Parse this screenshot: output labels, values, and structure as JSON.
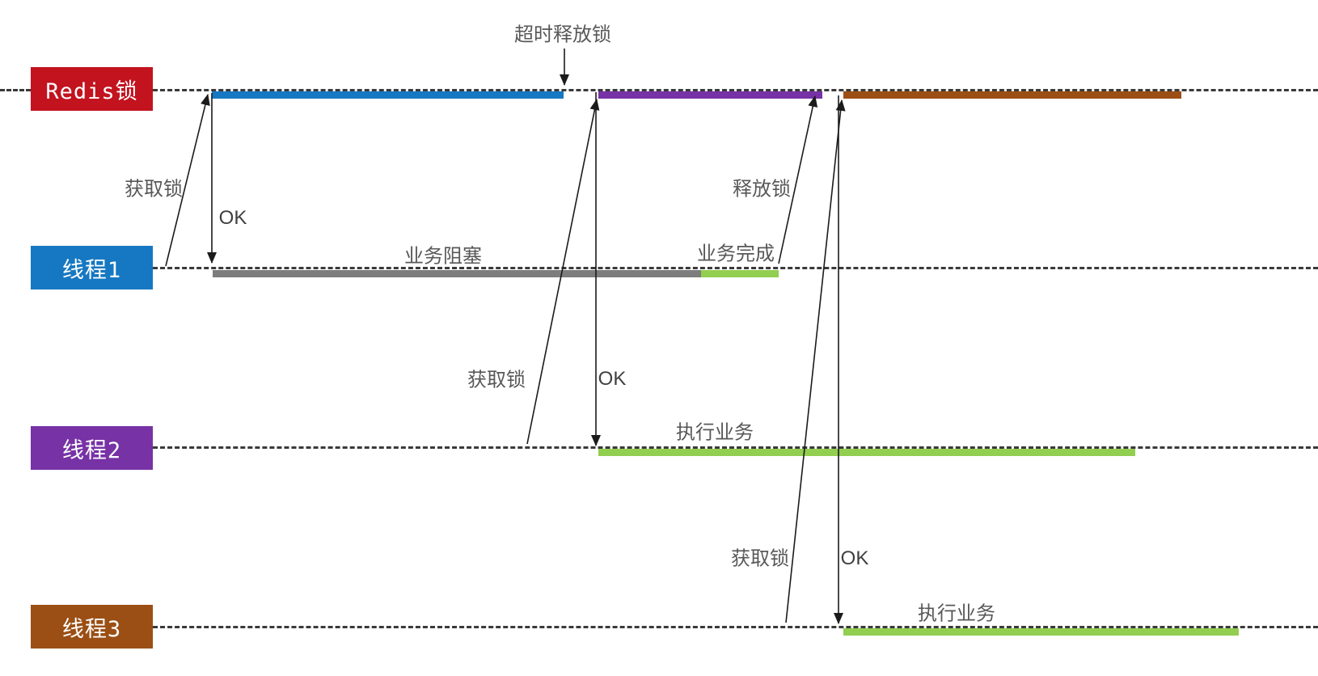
{
  "diagram": {
    "type": "lock-sequence-timeline",
    "lanes": [
      {
        "id": "redis-lock",
        "label": "Redis锁",
        "color": "#c2131f"
      },
      {
        "id": "thread-1",
        "label": "线程1",
        "color": "#1678c2"
      },
      {
        "id": "thread-2",
        "label": "线程2",
        "color": "#7732a6"
      },
      {
        "id": "thread-3",
        "label": "线程3",
        "color": "#9b4f15"
      }
    ],
    "bars": [
      {
        "name": "lock-held-by-thread1",
        "lane": "redis-lock",
        "color": "#1678c2"
      },
      {
        "name": "lock-held-by-thread2",
        "lane": "redis-lock",
        "color": "#7732a6"
      },
      {
        "name": "lock-held-by-thread3",
        "lane": "redis-lock",
        "color": "#9b4f15"
      },
      {
        "name": "thread1-business-blocked",
        "lane": "thread-1",
        "color": "#7d7d7d"
      },
      {
        "name": "thread1-business-complete",
        "lane": "thread-1",
        "color": "#92ce50"
      },
      {
        "name": "thread2-execute-business",
        "lane": "thread-2",
        "color": "#92ce50"
      },
      {
        "name": "thread3-execute-business",
        "lane": "thread-3",
        "color": "#92ce50"
      }
    ],
    "annotations": [
      {
        "name": "timeout-release-lock",
        "text": "超时释放锁"
      },
      {
        "name": "thread1-acquire-lock",
        "text": "获取锁"
      },
      {
        "name": "thread1-acquire-ok",
        "text": "OK"
      },
      {
        "name": "thread1-business-blocked",
        "text": "业务阻塞"
      },
      {
        "name": "thread1-business-complete",
        "text": "业务完成"
      },
      {
        "name": "thread1-release-lock",
        "text": "释放锁"
      },
      {
        "name": "thread2-acquire-lock",
        "text": "获取锁"
      },
      {
        "name": "thread2-acquire-ok",
        "text": "OK"
      },
      {
        "name": "thread2-execute-business",
        "text": "执行业务"
      },
      {
        "name": "thread3-acquire-lock",
        "text": "获取锁"
      },
      {
        "name": "thread3-acquire-ok",
        "text": "OK"
      },
      {
        "name": "thread3-execute-business",
        "text": "执行业务"
      }
    ],
    "arrows": [
      {
        "name": "timeout-release-pointer",
        "label": "超时释放锁",
        "from": "label",
        "to": "redis-lock"
      },
      {
        "name": "thread1-acquire-arrow",
        "label": "获取锁",
        "from": "thread-1",
        "to": "redis-lock"
      },
      {
        "name": "thread1-ok-arrow",
        "label": "OK",
        "from": "redis-lock",
        "to": "thread-1"
      },
      {
        "name": "thread2-acquire-arrow",
        "label": "获取锁",
        "from": "thread-2",
        "to": "redis-lock"
      },
      {
        "name": "thread2-ok-arrow",
        "label": "OK",
        "from": "redis-lock",
        "to": "thread-2"
      },
      {
        "name": "thread1-release-arrow",
        "label": "释放锁",
        "from": "thread-1",
        "to": "redis-lock"
      },
      {
        "name": "thread3-acquire-arrow",
        "label": "获取锁",
        "from": "thread-3",
        "to": "redis-lock"
      },
      {
        "name": "thread3-ok-arrow",
        "label": "OK",
        "from": "redis-lock",
        "to": "thread-3"
      }
    ],
    "colors": {
      "dashed_line": "#3a3a3a",
      "arrow": "#1b1b1b",
      "annotation_text": "#585858",
      "background": "#ffffff"
    }
  }
}
